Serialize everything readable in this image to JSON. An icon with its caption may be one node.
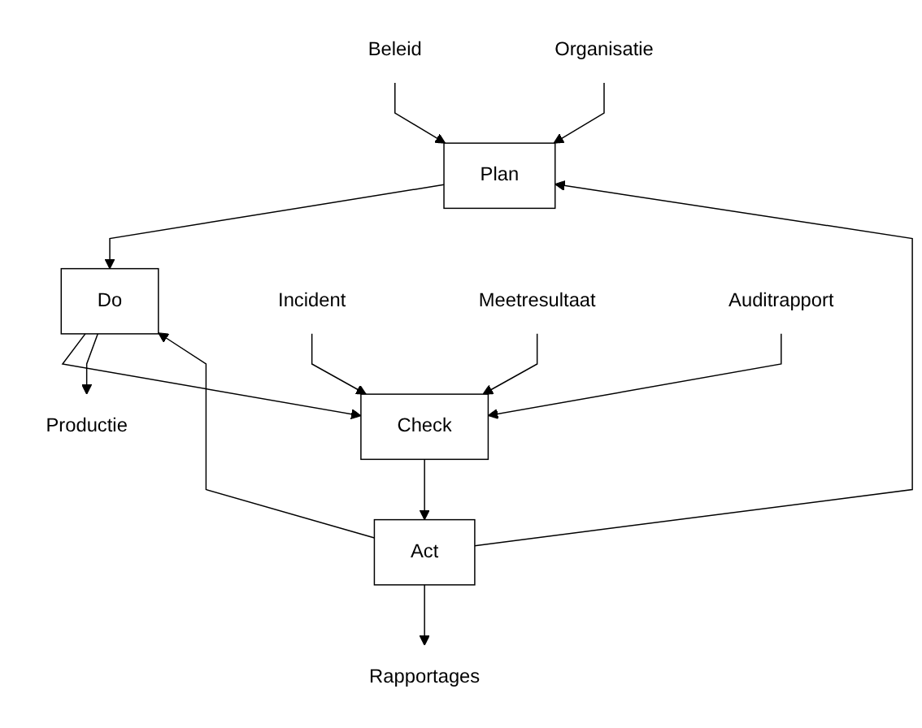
{
  "diagram": {
    "nodes": [
      {
        "text": [
          "Rapportages"
        ]
      },
      {
        "text": [
          "Beleid"
        ]
      },
      {
        "text": [
          "Organisatie"
        ]
      },
      {
        "text": [
          "Act"
        ]
      },
      {
        "text": [
          "Plan"
        ]
      },
      {
        "text": [
          "Check"
        ]
      },
      {
        "text": [
          "Do"
        ]
      },
      {
        "text": [
          "Incident"
        ]
      },
      {
        "text": [
          "Meetresultaat"
        ]
      },
      {
        "text": [
          "Auditrapport"
        ]
      },
      {
        "text": [
          "Productie"
        ]
      }
    ],
    "edges": [
      {
        "from": 3,
        "to": 0,
        "arrow": "to"
      },
      {
        "from": 1,
        "to": 4,
        "arrow": "to"
      },
      {
        "from": 2,
        "to": 4,
        "arrow": "to"
      },
      {
        "from": 3,
        "to": 4,
        "arrow": "to"
      },
      {
        "from": 3,
        "to": 6,
        "arrow": "to"
      },
      {
        "from": 4,
        "to": 6,
        "arrow": "to"
      },
      {
        "from": 6,
        "to": 5,
        "arrow": "to"
      },
      {
        "from": 5,
        "to": 3,
        "arrow": "to"
      },
      {
        "from": 7,
        "to": 5,
        "arrow": "to"
      },
      {
        "from": 8,
        "to": 5,
        "arrow": "to"
      },
      {
        "from": 9,
        "to": 5,
        "arrow": "to"
      },
      {
        "from": 6,
        "to": 10,
        "arrow": "to"
      }
    ]
  }
}
